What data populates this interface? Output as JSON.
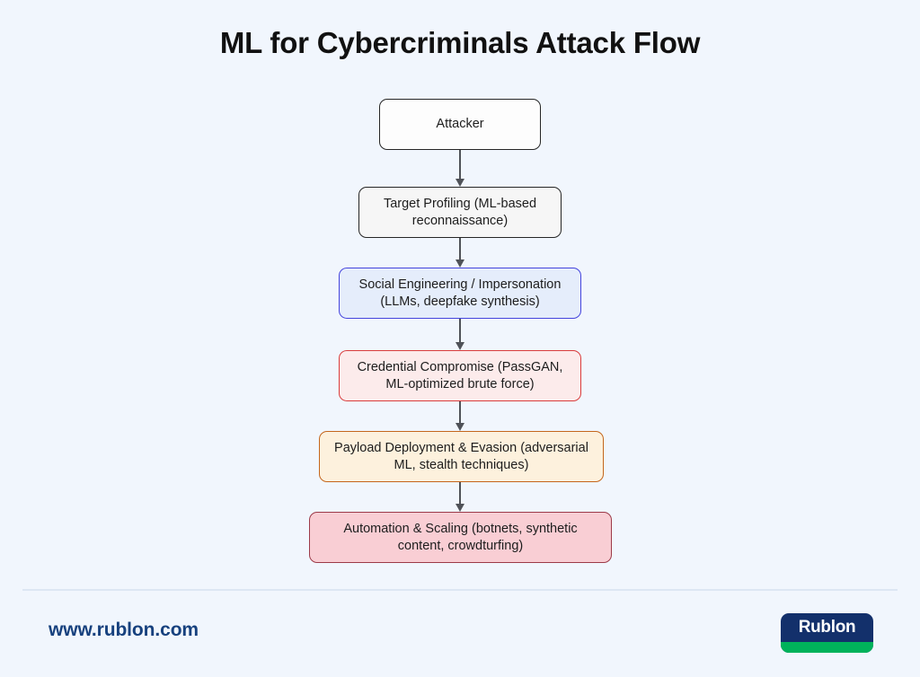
{
  "page": {
    "title": "ML for Cybercriminals Attack Flow",
    "background_color": "#f1f6fd"
  },
  "flow": {
    "nodes": [
      {
        "id": "attacker",
        "label": "Attacker",
        "fill": "#fdfdfd",
        "border": "#262626"
      },
      {
        "id": "target-profiling",
        "label": "Target Profiling (ML-based reconnaissance)",
        "fill": "#f6f6f6",
        "border": "#262626"
      },
      {
        "id": "social-engineering",
        "label": "Social Engineering / Impersonation (LLMs, deepfake synthesis)",
        "fill": "#e5edfb",
        "border": "#4444dd"
      },
      {
        "id": "credential-compromise",
        "label": "Credential Compromise (PassGAN, ML-optimized brute force)",
        "fill": "#fcebeb",
        "border": "#d93c3c"
      },
      {
        "id": "payload-deployment",
        "label": "Payload Deployment & Evasion (adversarial ML, stealth techniques)",
        "fill": "#fdf1dd",
        "border": "#c4661c"
      },
      {
        "id": "automation-scaling",
        "label": "Automation & Scaling (botnets, synthetic content, crowdturfing)",
        "fill": "#f9ced4",
        "border": "#9c3a48"
      }
    ],
    "connector_color": "#4f5258"
  },
  "footer": {
    "url": "www.rublon.com",
    "url_color": "#17417e",
    "logo": {
      "text": "Rublon",
      "navy": "#13306b",
      "green": "#00b25b"
    }
  }
}
